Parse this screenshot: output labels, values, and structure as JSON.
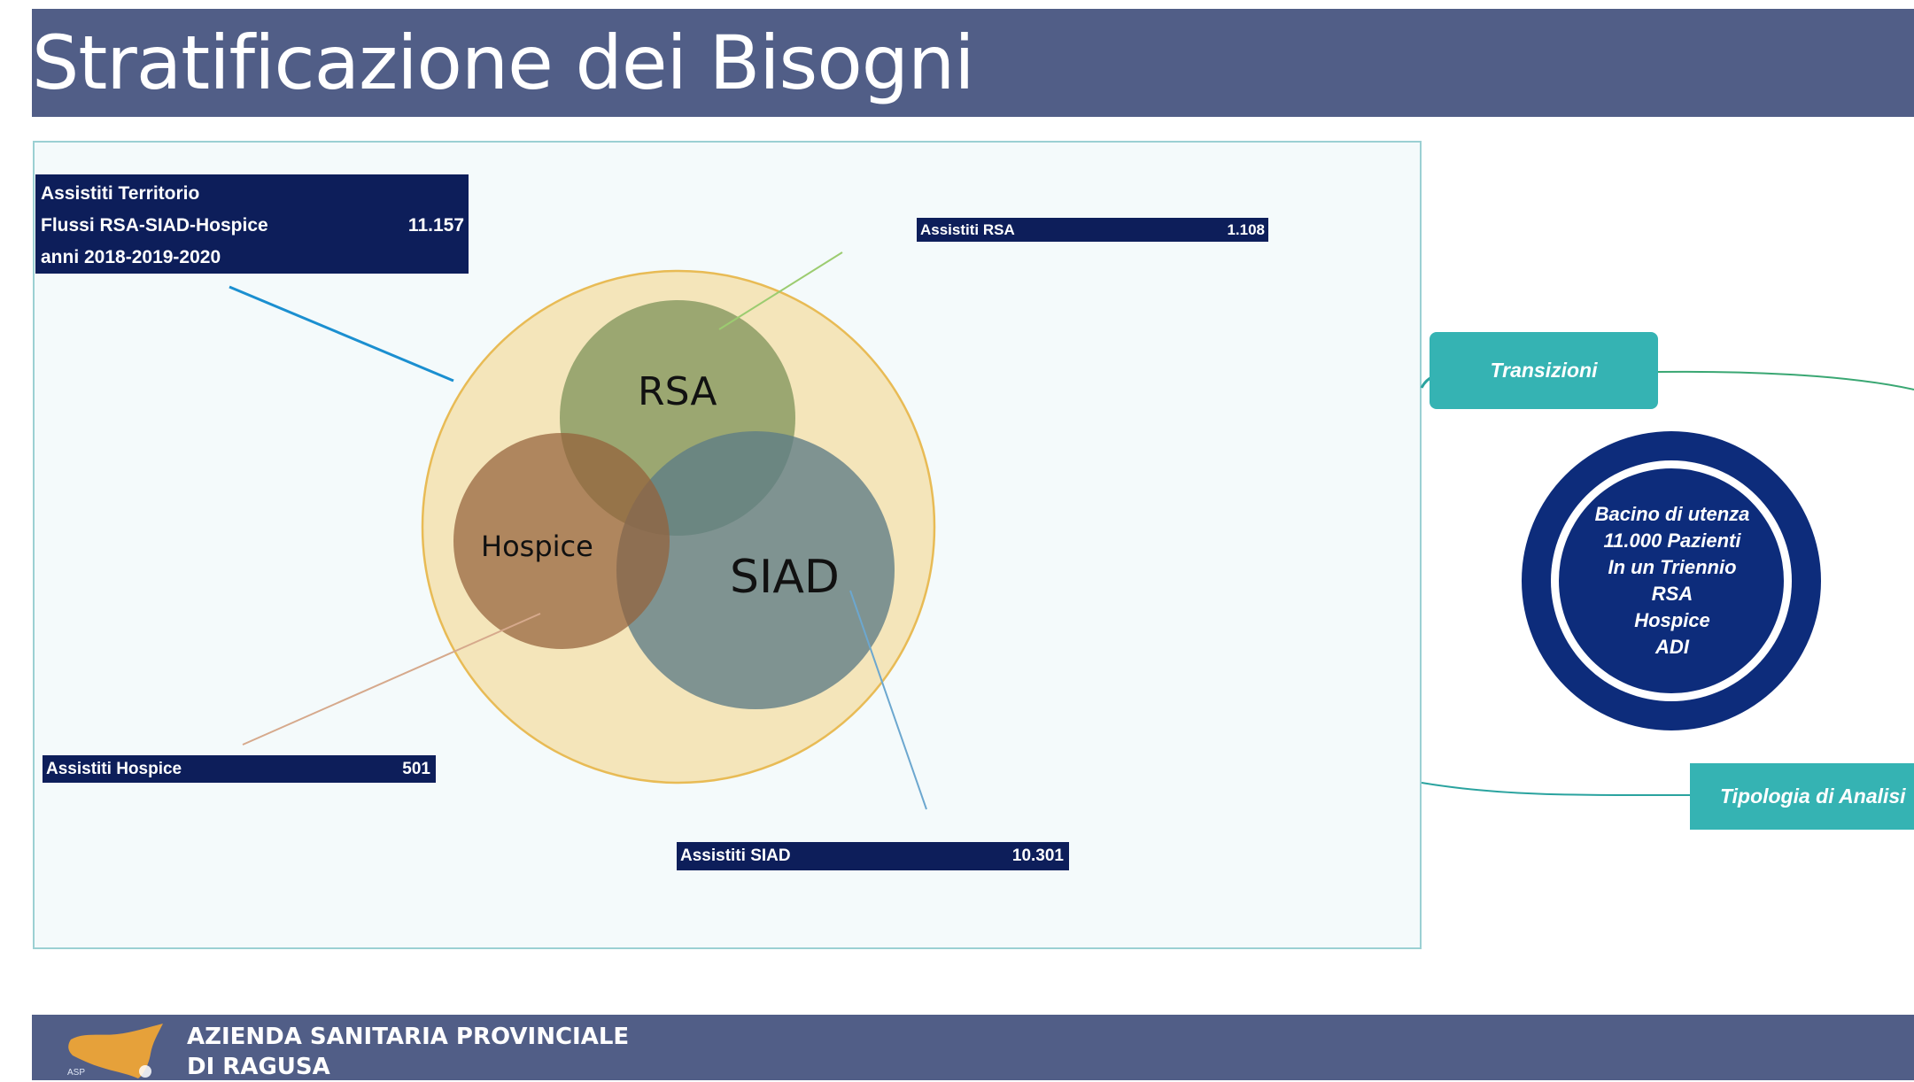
{
  "header": {
    "title": "Stratificazione dei Bisogni"
  },
  "venn": {
    "sets": [
      "RSA",
      "Hospice",
      "SIAD"
    ],
    "colors": {
      "outer": "#f5e4b7",
      "rsa": "#93a26a",
      "hospice": "#94613a",
      "siad": "#5d7c85"
    }
  },
  "totals_box": {
    "line1": "Assistiti Territorio",
    "line2": "Flussi RSA-SIAD-Hospice",
    "line2_value": "11.157",
    "line3": "anni 2018-2019-2020"
  },
  "callouts": {
    "rsa": {
      "label": "Assistiti RSA",
      "value": "1.108"
    },
    "hospice": {
      "label": "Assistiti Hospice",
      "value": "501"
    },
    "siad": {
      "label": "Assistiti SIAD",
      "value": "10.301"
    }
  },
  "side": {
    "transizioni": "Transizioni",
    "tipologia": "Tipologia di Analisi",
    "bacino_lines": [
      "Bacino di utenza",
      "11.000 Pazienti",
      "In un Triennio",
      "RSA",
      "Hospice",
      "ADI"
    ]
  },
  "footer": {
    "line1": "AZIENDA SANITARIA PROVINCIALE",
    "line2": "DI RAGUSA",
    "logo_small_text": "ASP"
  }
}
